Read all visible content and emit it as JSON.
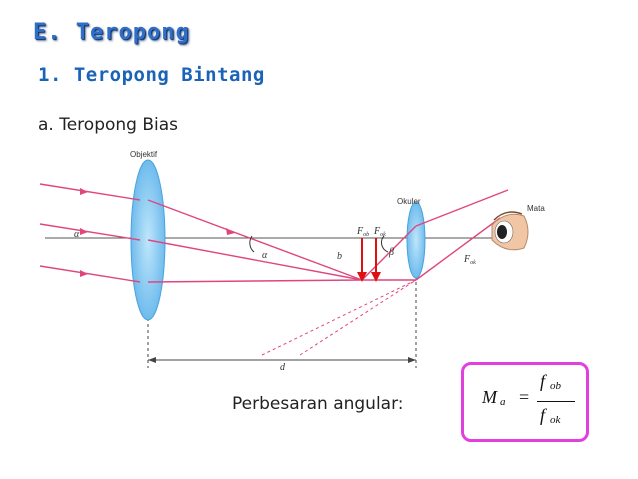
{
  "heading": "E. Teropong",
  "subheading": "1. Teropong Bintang",
  "subsection": "a. Teropong Bias",
  "diagram": {
    "label_objective": "Objektif",
    "label_ocular": "Okuler",
    "label_eye": "Mata",
    "label_alpha_left": "α",
    "label_alpha_mid": "α",
    "label_beta": "β",
    "label_b": "b",
    "label_d": "d",
    "label_fob": "F",
    "label_fob_sub": "ob",
    "label_fok": "F",
    "label_fok_sub": "ok",
    "label_fok_right": "F",
    "label_fok_right_sub": "ok",
    "colors": {
      "ray": "#e0467e",
      "lens": "#7fc4ee",
      "axis": "#555555",
      "image_arrow": "#dd1111"
    }
  },
  "caption": "Perbesaran angular:",
  "formula": {
    "lhs": "M",
    "lhs_sub": "a",
    "eq": "=",
    "numerator": "f",
    "numerator_sub": "ob",
    "denominator": "f",
    "denominator_sub": "ok",
    "box_color": "#e13fe0"
  }
}
